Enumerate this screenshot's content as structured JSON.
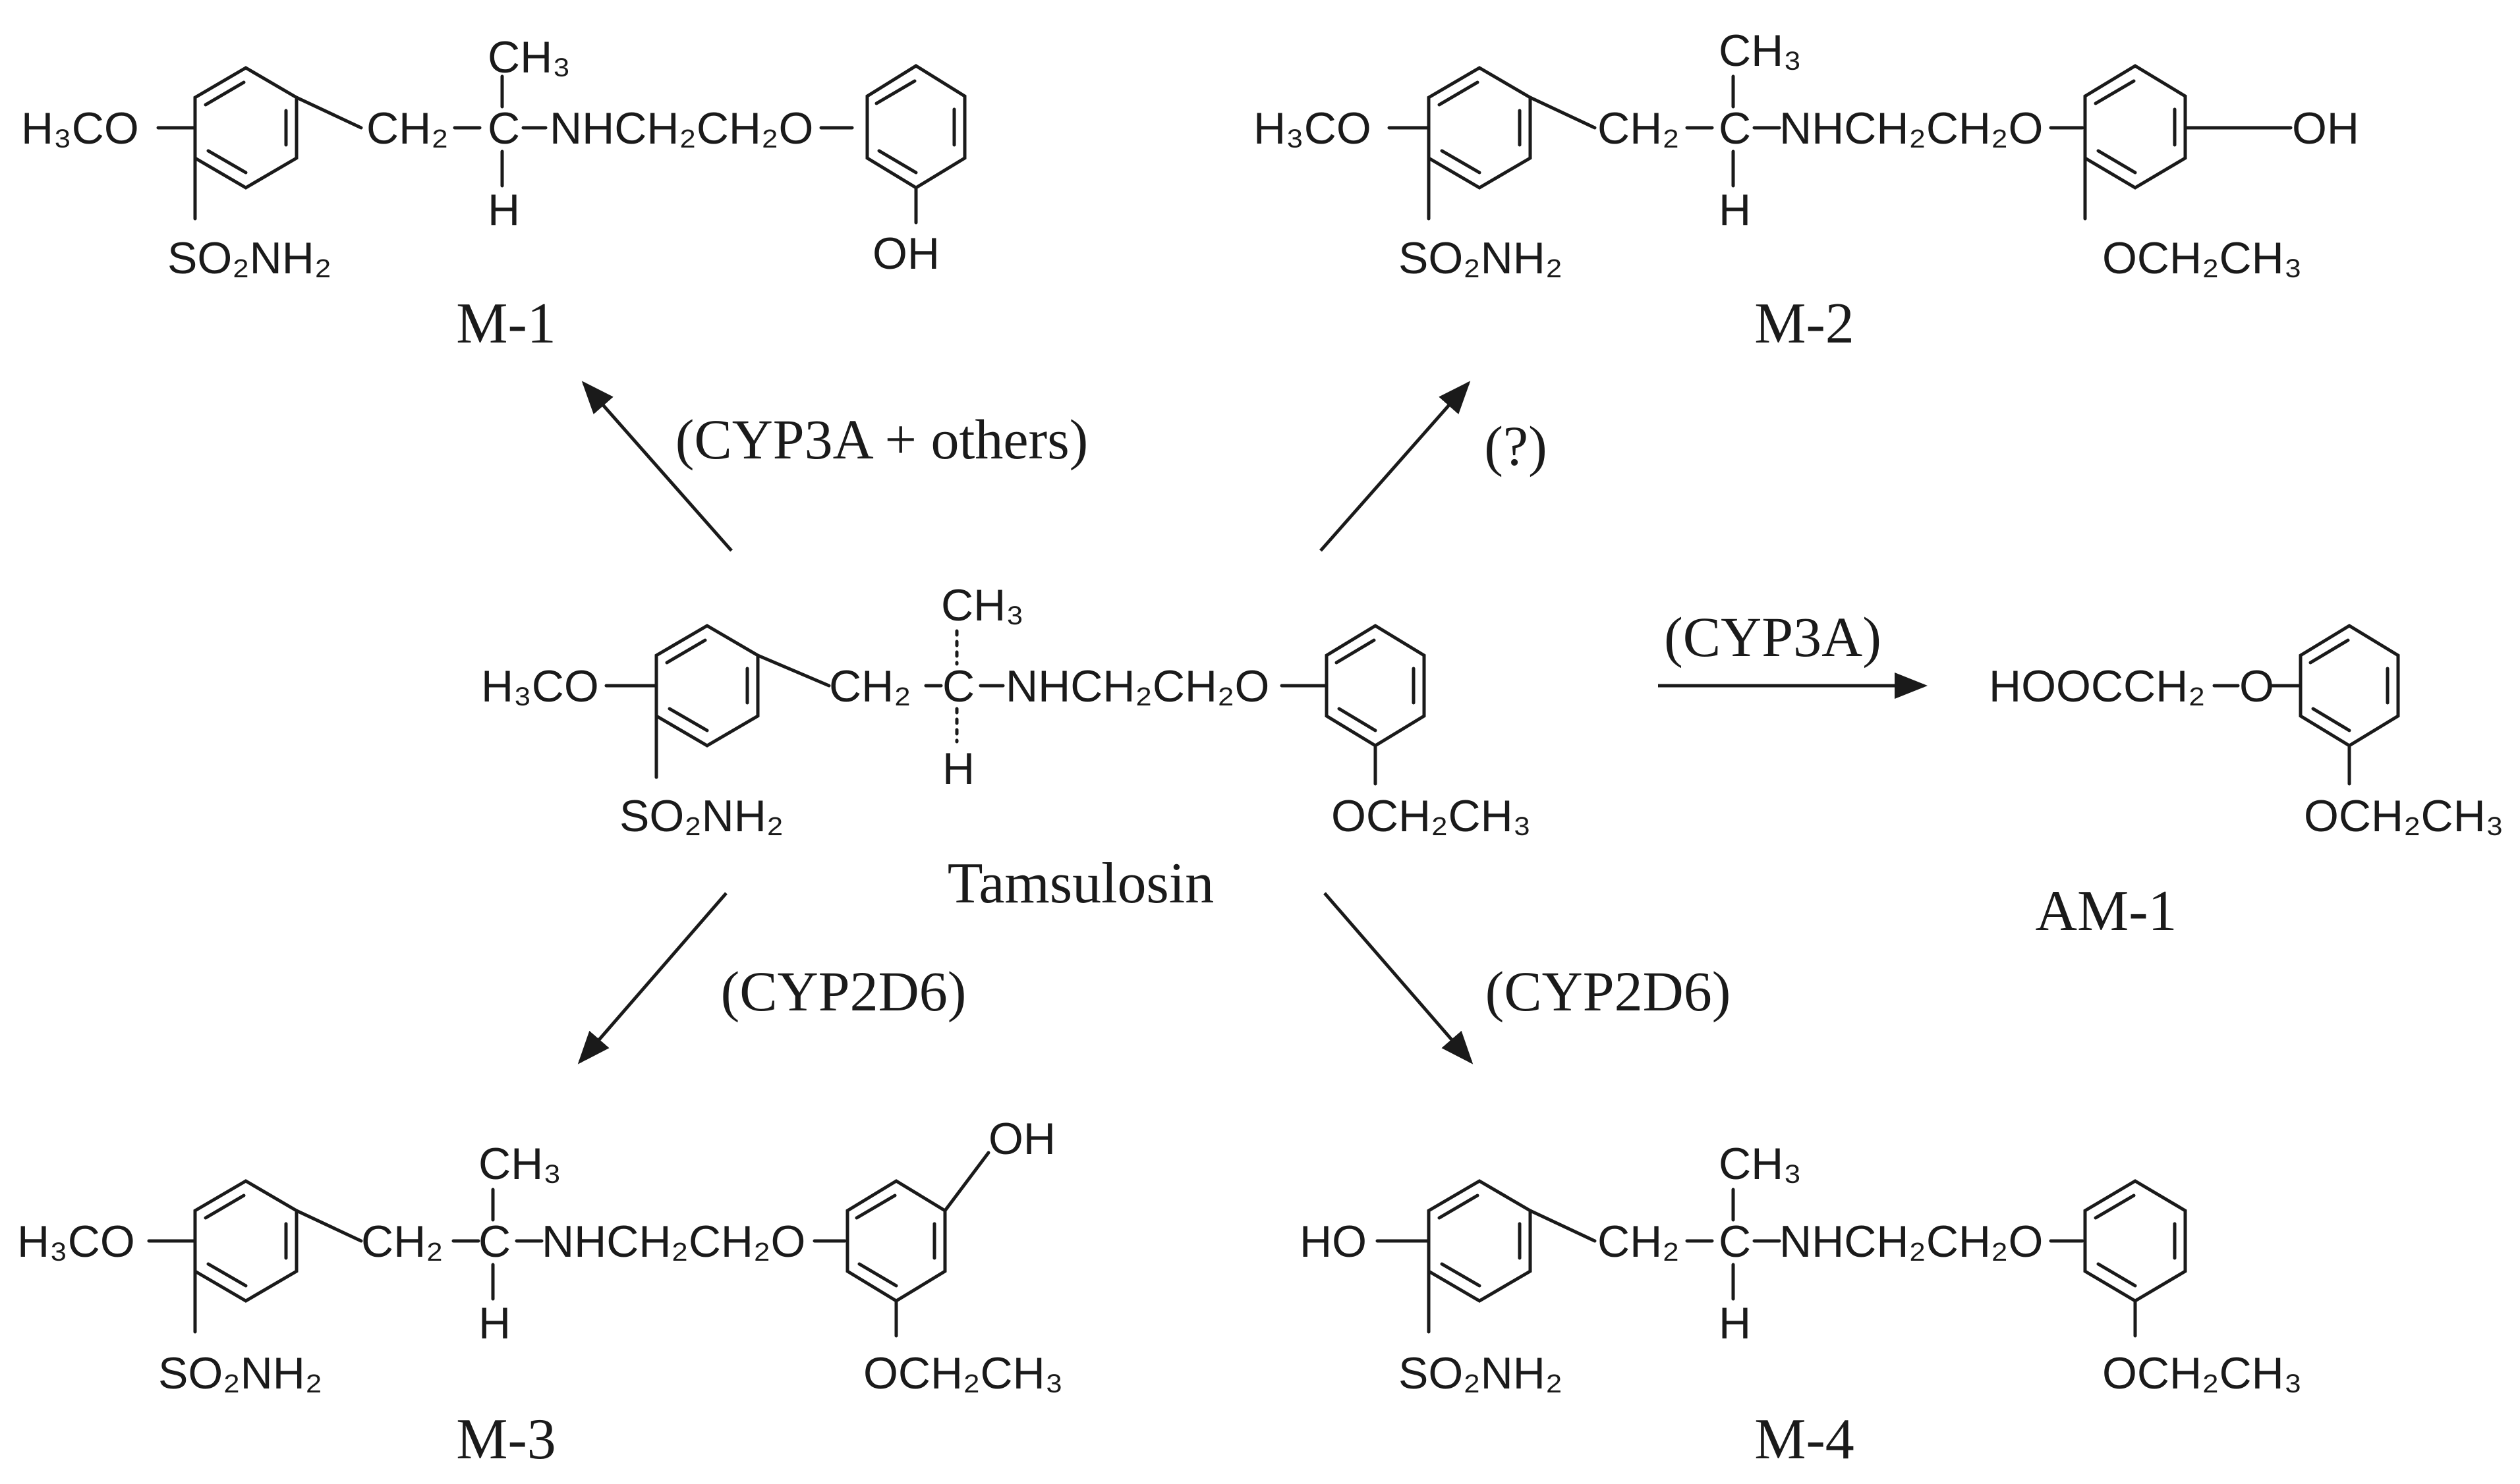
{
  "compounds": {
    "m1": {
      "name": "M-1",
      "left": "H₃CO",
      "sulfonamide": "SO₂NH₂",
      "chain": "CH₂",
      "methyl": "CH₃",
      "hydrogen": "H",
      "amine": "NHCH₂CH₂O",
      "sub_bottom": "OH"
    },
    "m2": {
      "name": "M-2",
      "left": "H₃CO",
      "sulfonamide": "SO₂NH₂",
      "chain": "CH₂",
      "methyl": "CH₃",
      "hydrogen": "H",
      "amine": "NHCH₂CH₂O",
      "sub_bottom": "OCH₂CH₃",
      "sub_right": "OH"
    },
    "tamsulosin": {
      "name": "Tamsulosin",
      "left": "H₃CO",
      "sulfonamide": "SO₂NH₂",
      "chain": "CH₂",
      "methyl": "CH₃",
      "hydrogen": "H",
      "amine": "NHCH₂CH₂O",
      "sub_bottom": "OCH₂CH₃"
    },
    "am1": {
      "name": "AM-1",
      "acid": "HOOCCH₂",
      "oxygen": "O",
      "sub_bottom": "OCH₂CH₃"
    },
    "m3": {
      "name": "M-3",
      "left": "H₃CO",
      "sulfonamide": "SO₂NH₂",
      "chain": "CH₂",
      "methyl": "CH₃",
      "hydrogen": "H",
      "amine": "NHCH₂CH₂O",
      "sub_bottom": "OCH₂CH₃",
      "sub_top": "OH"
    },
    "m4": {
      "name": "M-4",
      "left": "HO",
      "sulfonamide": "SO₂NH₂",
      "chain": "CH₂",
      "methyl": "CH₃",
      "hydrogen": "H",
      "amine": "NHCH₂CH₂O",
      "sub_bottom": "OCH₂CH₃"
    }
  },
  "enzymes": {
    "to_m1": "(CYP3A + others)",
    "to_m2": "(?)",
    "to_am1": "(CYP3A)",
    "to_m3": "(CYP2D6)",
    "to_m4": "(CYP2D6)"
  }
}
